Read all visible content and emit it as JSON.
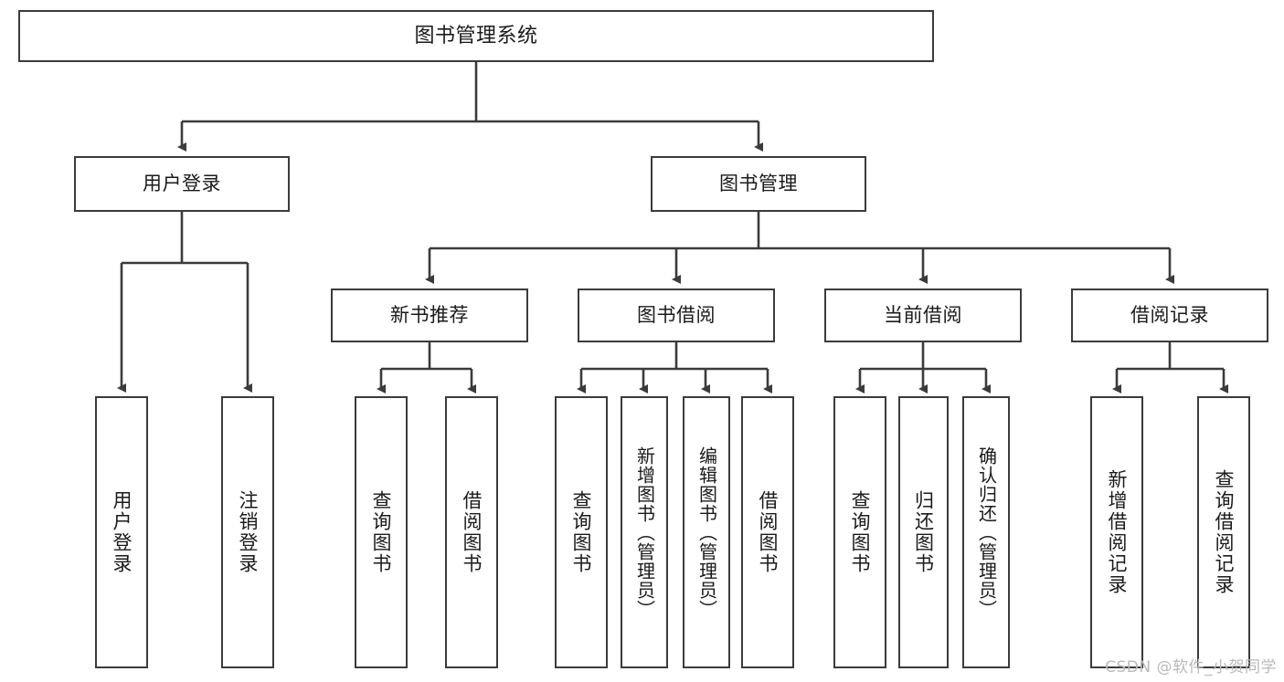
{
  "diagram": {
    "title": "图书管理系统",
    "type": "tree-hierarchy-chart",
    "watermark": "CSDN @软件_小贺同学",
    "colors": {
      "stroke": "#3b3b3b",
      "fill": "#ffffff",
      "text": "#1a1a1a",
      "watermark": "#b9b9b9"
    },
    "nodes": {
      "root": {
        "label": "图书管理系统"
      },
      "level2": [
        {
          "id": "user-login",
          "label": "用户登录"
        },
        {
          "id": "book-manage",
          "label": "图书管理"
        }
      ],
      "level3": [
        {
          "id": "new-book-rec",
          "label": "新书推荐"
        },
        {
          "id": "book-borrow",
          "label": "图书借阅"
        },
        {
          "id": "current-borrow",
          "label": "当前借阅"
        },
        {
          "id": "borrow-record",
          "label": "借阅记录"
        }
      ],
      "leaves": {
        "user_login": [
          {
            "id": "leaf-user-login",
            "label": "用户登录"
          },
          {
            "id": "leaf-logout",
            "label": "注销登录"
          }
        ],
        "new_book_rec": [
          {
            "id": "leaf-query-book-1",
            "label": "查询图书"
          },
          {
            "id": "leaf-borrow-book-1",
            "label": "借阅图书"
          }
        ],
        "book_borrow": [
          {
            "id": "leaf-query-book-2",
            "label": "查询图书"
          },
          {
            "id": "leaf-add-book",
            "label": "新增图书（管理员）"
          },
          {
            "id": "leaf-edit-book",
            "label": "编辑图书（管理员）"
          },
          {
            "id": "leaf-borrow-book-2",
            "label": "借阅图书"
          }
        ],
        "current_borrow": [
          {
            "id": "leaf-query-book-3",
            "label": "查询图书"
          },
          {
            "id": "leaf-return-book",
            "label": "归还图书"
          },
          {
            "id": "leaf-confirm-return",
            "label": "确认归还（管理员）"
          }
        ],
        "borrow_record": [
          {
            "id": "leaf-add-record",
            "label": "新增借阅记录"
          },
          {
            "id": "leaf-query-record",
            "label": "查询借阅记录"
          }
        ]
      }
    },
    "edges": [
      {
        "from": "图书管理系统",
        "to": "用户登录"
      },
      {
        "from": "图书管理系统",
        "to": "图书管理"
      },
      {
        "from": "用户登录",
        "to": "用户登录"
      },
      {
        "from": "用户登录",
        "to": "注销登录"
      },
      {
        "from": "图书管理",
        "to": "新书推荐"
      },
      {
        "from": "图书管理",
        "to": "图书借阅"
      },
      {
        "from": "图书管理",
        "to": "当前借阅"
      },
      {
        "from": "图书管理",
        "to": "借阅记录"
      },
      {
        "from": "新书推荐",
        "to": "查询图书"
      },
      {
        "from": "新书推荐",
        "to": "借阅图书"
      },
      {
        "from": "图书借阅",
        "to": "查询图书"
      },
      {
        "from": "图书借阅",
        "to": "新增图书（管理员）"
      },
      {
        "from": "图书借阅",
        "to": "编辑图书（管理员）"
      },
      {
        "from": "图书借阅",
        "to": "借阅图书"
      },
      {
        "from": "当前借阅",
        "to": "查询图书"
      },
      {
        "from": "当前借阅",
        "to": "归还图书"
      },
      {
        "from": "当前借阅",
        "to": "确认归还（管理员）"
      },
      {
        "from": "借阅记录",
        "to": "新增借阅记录"
      },
      {
        "from": "借阅记录",
        "to": "查询借阅记录"
      }
    ]
  }
}
